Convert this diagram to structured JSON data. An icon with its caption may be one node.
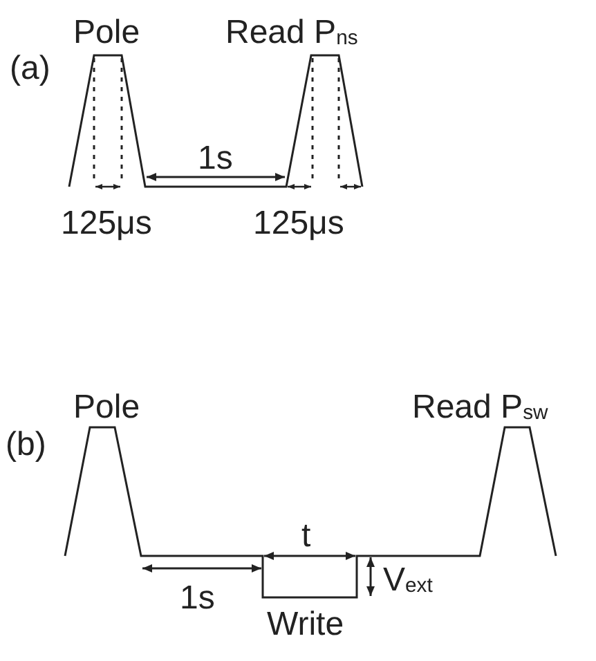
{
  "diagram": {
    "labels": [
      "Pole",
      "Read P$_{ns}$",
      "(a)",
      "1s",
      "125μs",
      "125μs",
      "Pole",
      "Read P$_{sw}$",
      "(b)",
      "t",
      "V$_{ext}$",
      "1s",
      "Write"
    ]
  }
}
